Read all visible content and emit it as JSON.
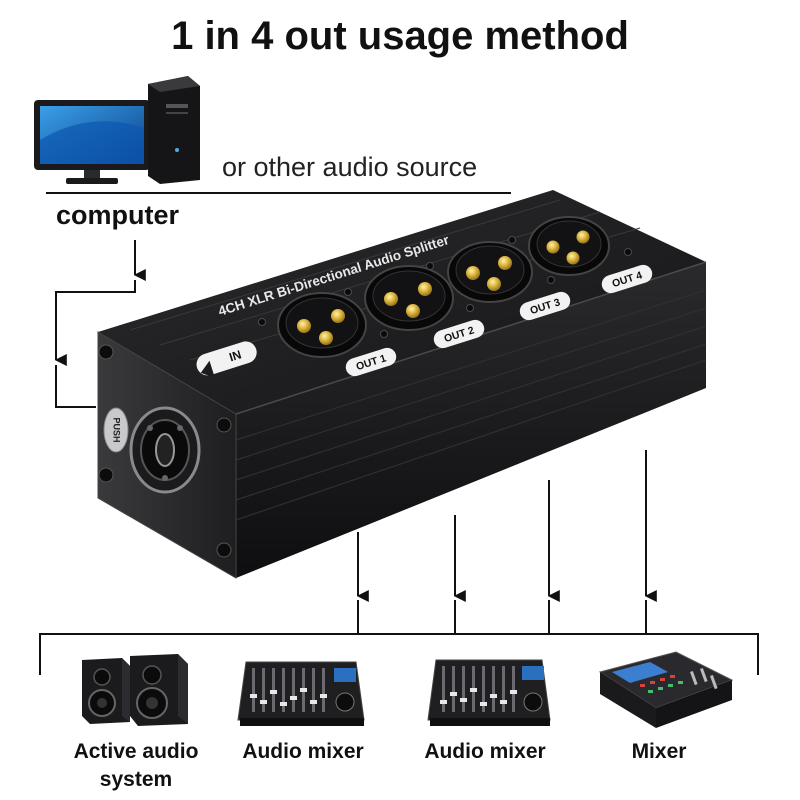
{
  "title": "1 in 4 out usage method",
  "source": {
    "subtitle": "or other audio source",
    "label": "computer"
  },
  "device": {
    "brand_text": "4CH XLR Bi-Directional Audio Splitter",
    "in_label": "IN",
    "push_label": "PUSH",
    "outputs": [
      "OUT 1",
      "OUT 2",
      "OUT 3",
      "OUT 4"
    ],
    "body_color": "#1c1c1e"
  },
  "destinations": [
    {
      "label": "Active audio system"
    },
    {
      "label": "Audio mixer"
    },
    {
      "label": "Audio mixer"
    },
    {
      "label": "Mixer"
    }
  ],
  "colors": {
    "line": "#111111",
    "text": "#111111"
  }
}
